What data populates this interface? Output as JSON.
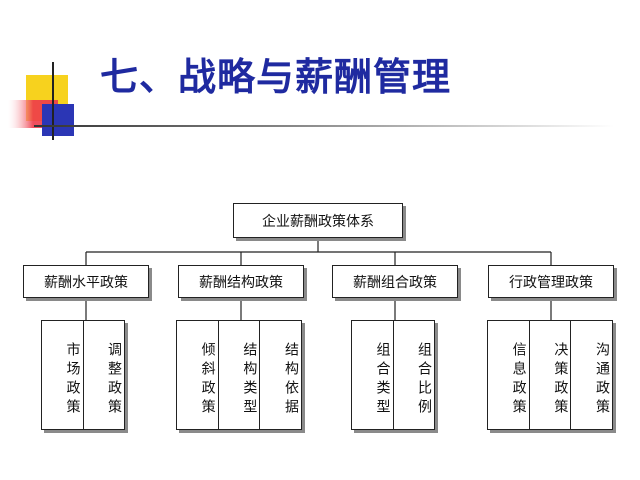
{
  "title": "七、战略与薪酬管理",
  "root": "企业薪酬政策体系",
  "branches": [
    {
      "label": "薪酬水平政策",
      "items": [
        "市场政策",
        "调整政策"
      ]
    },
    {
      "label": "薪酬结构政策",
      "items": [
        "倾斜政策",
        "结构类型",
        "结构依据"
      ]
    },
    {
      "label": "薪酬组合政策",
      "items": [
        "组合类型",
        "组合比例"
      ]
    },
    {
      "label": "行政管理政策",
      "items": [
        "信息政策",
        "决策政策",
        "沟通政策"
      ]
    }
  ],
  "colors": {
    "title": "#1f2aa0",
    "logo_yellow": "#f7d21e",
    "logo_red": "#ee3a4a",
    "logo_blue": "#2b36b5"
  }
}
